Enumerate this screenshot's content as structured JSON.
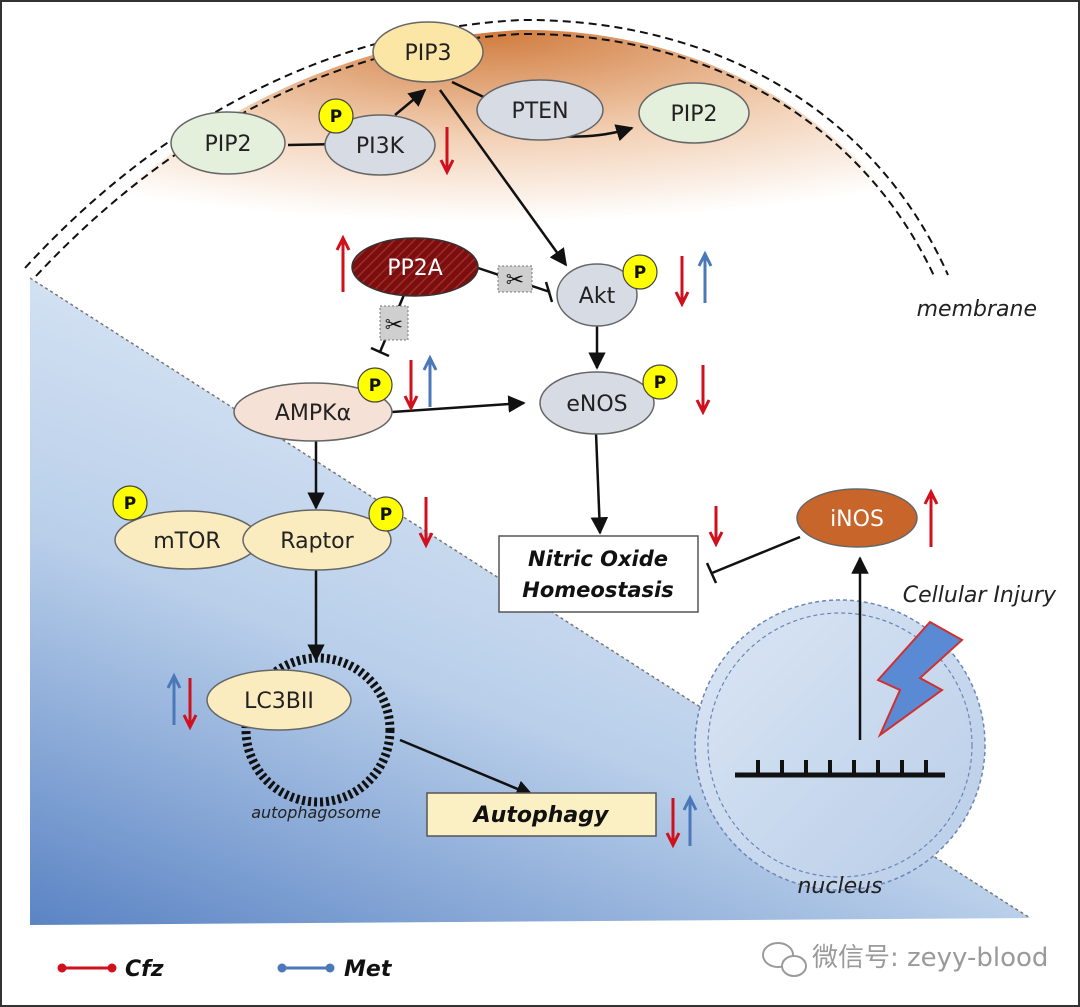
{
  "nodes": {
    "pip3": "PIP3",
    "pip2_left": "PIP2",
    "pip2_right": "PIP2",
    "pi3k": "PI3K",
    "pten": "PTEN",
    "pp2a": "PP2A",
    "akt": "Akt",
    "ampk": "AMPKα",
    "enos": "eNOS",
    "mtor": "mTOR",
    "raptor": "Raptor",
    "inos": "iNOS",
    "lc3bii": "LC3BII"
  },
  "phospho_label": "P",
  "labels": {
    "membrane": "membrane",
    "cellular_injury": "Cellular Injury",
    "autophagosome": "autophagosome",
    "nucleus": "nucleus"
  },
  "boxes": {
    "nitric_oxide_line1": "Nitric Oxide",
    "nitric_oxide_line2": "Homeostasis",
    "autophagy": "Autophagy"
  },
  "legend": {
    "cfz": "Cfz",
    "met": "Met"
  },
  "colors": {
    "cfz": "#d0101c",
    "met": "#4a78b8",
    "phospho": "#ffff00",
    "pp2a": "#6e0d0d",
    "inos": "#c8652a"
  },
  "watermark": "微信号: zeyy-blood"
}
